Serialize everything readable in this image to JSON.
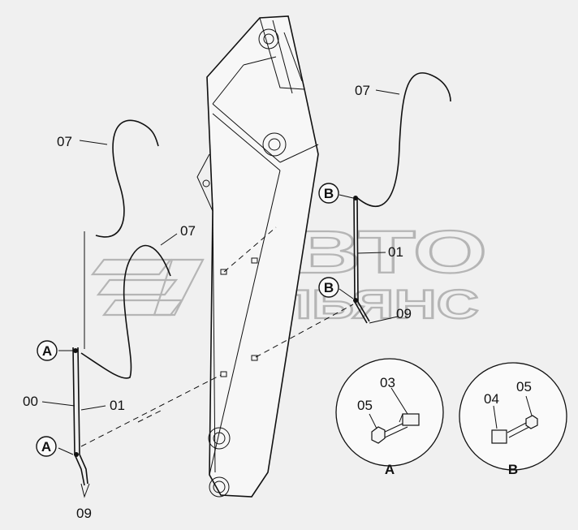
{
  "watermark": {
    "line1": "АВТО",
    "line2": "АЛЬЯНС"
  },
  "callouts": {
    "c07_top_right": "07",
    "c07_left_upper": "07",
    "c07_middle": "07",
    "c01_right": "01",
    "c09_right": "09",
    "c00_left": "00",
    "c01_left": "01",
    "c09_bottom": "09",
    "c03_detail_a": "03",
    "c05_detail_a": "05",
    "c04_detail_b": "04",
    "c05_detail_b": "05"
  },
  "markers": {
    "a_upper": "A",
    "a_lower": "A",
    "b_upper": "B",
    "b_lower": "B"
  },
  "details": {
    "detail_a_caption": "A",
    "detail_b_caption": "B"
  }
}
